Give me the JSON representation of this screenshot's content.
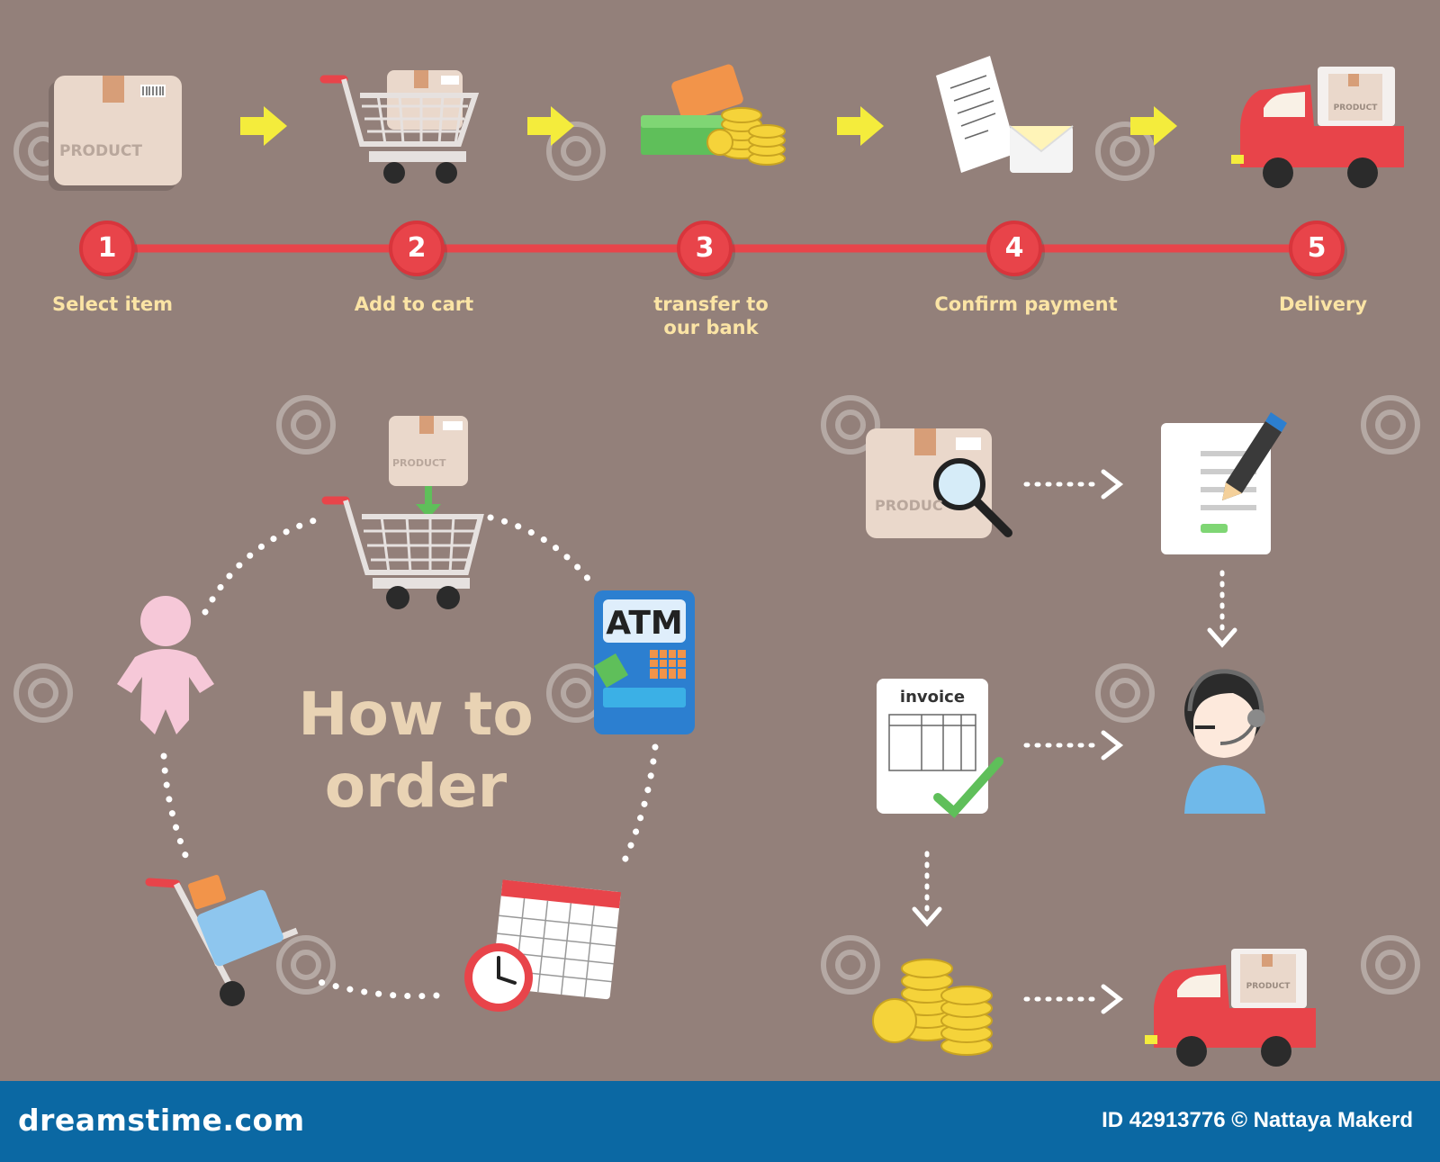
{
  "steps": [
    {
      "number": "1",
      "label": "Select item"
    },
    {
      "number": "2",
      "label": "Add to cart"
    },
    {
      "number": "3",
      "label": "transfer to\nour bank"
    },
    {
      "number": "4",
      "label": "Confirm payment"
    },
    {
      "number": "5",
      "label": "Delivery"
    }
  ],
  "cycle_title": {
    "line1": "How to",
    "line2": "order"
  },
  "icon_texts": {
    "product": "PRODUCT",
    "product_partial": "PRODUC",
    "atm": "ATM",
    "invoice": "invoice"
  },
  "icons": {
    "row": [
      "product-box-icon",
      "cart-icon",
      "money-card-icon",
      "receipt-envelope-icon",
      "delivery-truck-icon"
    ],
    "cycle": [
      "product-into-cart-icon",
      "atm-icon",
      "calendar-clock-icon",
      "hand-truck-icon",
      "person-icon"
    ],
    "flow": [
      "product-search-icon",
      "form-pencil-icon",
      "support-agent-icon",
      "invoice-check-icon",
      "coins-icon",
      "delivery-truck-icon"
    ]
  },
  "colors": {
    "background": "#93807a",
    "timeline": "#e8444a",
    "label": "#fbe4a5",
    "arrow": "#f4ec3c",
    "footer": "#0b68a3"
  },
  "footer": {
    "brand": "dreamstime.com",
    "credit": "ID 42913776 © Nattaya Makerd"
  }
}
